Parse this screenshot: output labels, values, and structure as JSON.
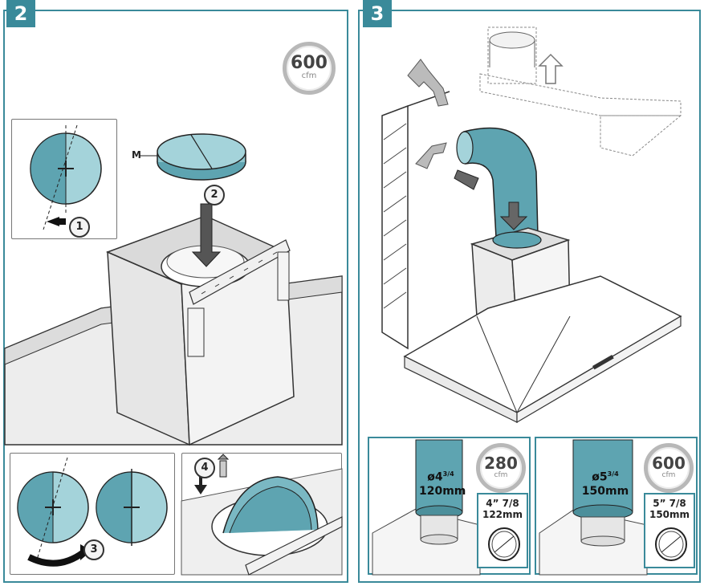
{
  "panel2": {
    "step_number": "2",
    "badge": {
      "value": "600",
      "unit": "cfm"
    },
    "part_label": "M",
    "steps": [
      "1",
      "2",
      "3",
      "4"
    ]
  },
  "panel3": {
    "step_number": "3",
    "variant_a": {
      "duct_label_main": "ø4",
      "duct_label_sup": "3/4",
      "duct_label_mm": "120mm",
      "badge": {
        "value": "280",
        "unit": "cfm"
      },
      "dim_inch": "4” 7/8",
      "dim_mm": "122mm"
    },
    "variant_b": {
      "duct_label_main": "ø5",
      "duct_label_sup": "3/4",
      "duct_label_mm": "150mm",
      "badge": {
        "value": "600",
        "unit": "cfm"
      },
      "dim_inch": "5” 7/8",
      "dim_mm": "150mm"
    }
  },
  "colors": {
    "accent": "#3a8a9a",
    "teal_fill": "#62a9b5",
    "teal_light": "#9fcfd6"
  }
}
